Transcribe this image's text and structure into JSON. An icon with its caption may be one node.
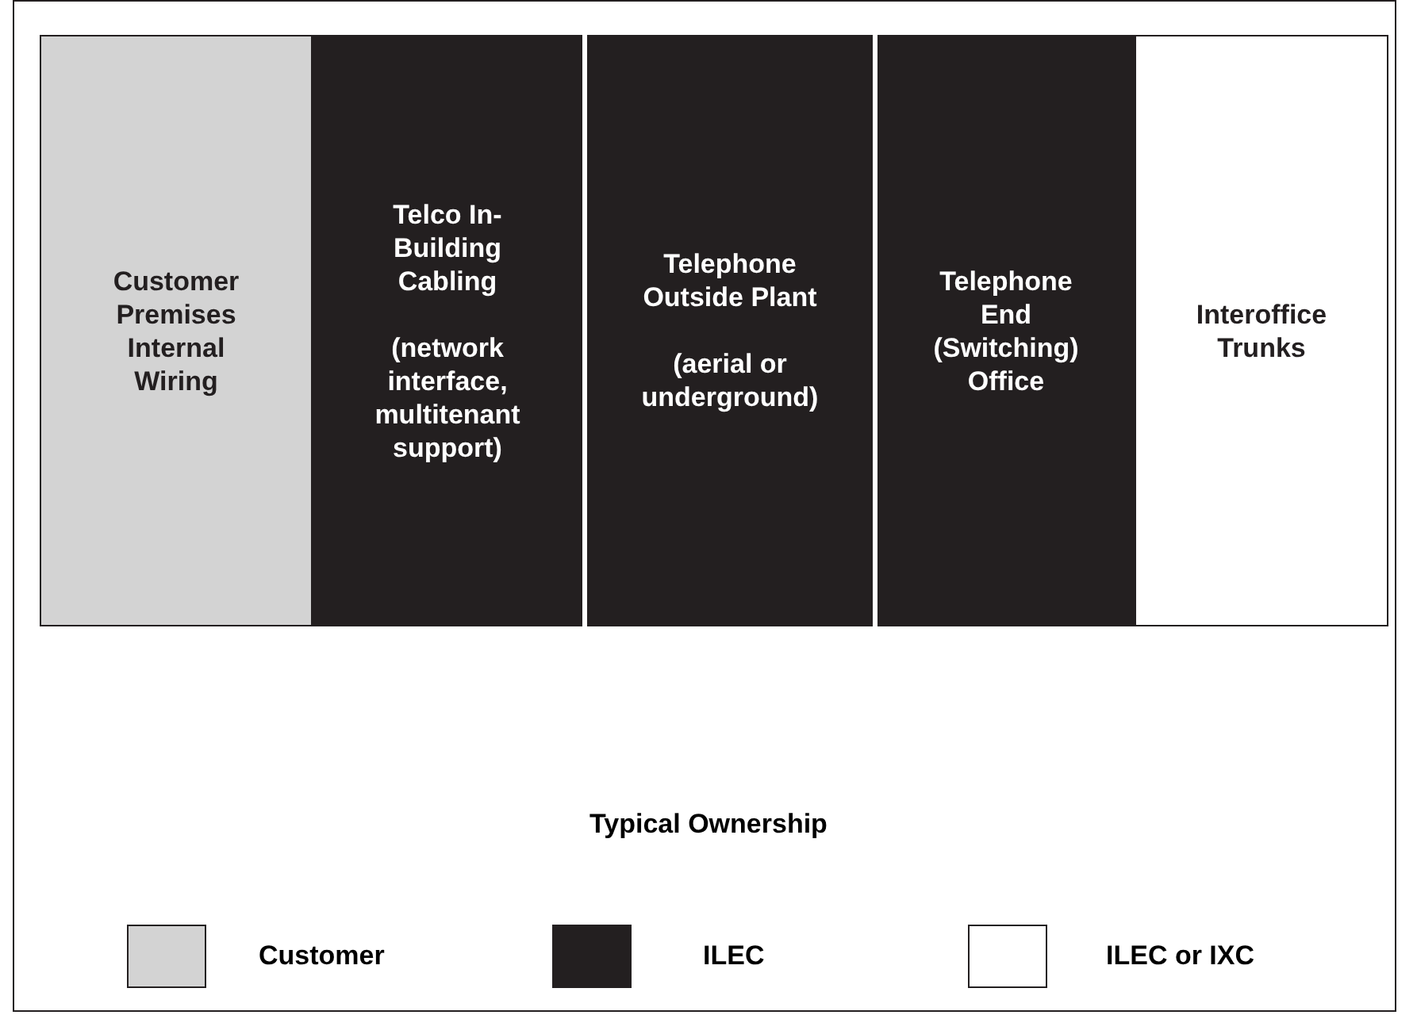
{
  "diagram": {
    "nodes": [
      {
        "text": [
          "Customer Premises Internal Wiring"
        ]
      },
      {
        "text": [
          "Telco In-Building Cabling",
          "(network interface, multitenant support)"
        ]
      },
      {
        "text": [
          "Telephone Outside Plant",
          "(aerial or underground)"
        ]
      },
      {
        "text": [
          "Telephone End (Switching) Office"
        ]
      },
      {
        "text": [
          "Interoffice Trunks"
        ]
      }
    ],
    "labels": [
      "Typical Ownership"
    ],
    "legend": [
      {
        "text": "Customer",
        "color": "#d3d3d3"
      },
      {
        "text": "ILEC",
        "color": "#231f20"
      },
      {
        "text": "ILEC or IXC",
        "color": "#ffffff"
      }
    ]
  }
}
